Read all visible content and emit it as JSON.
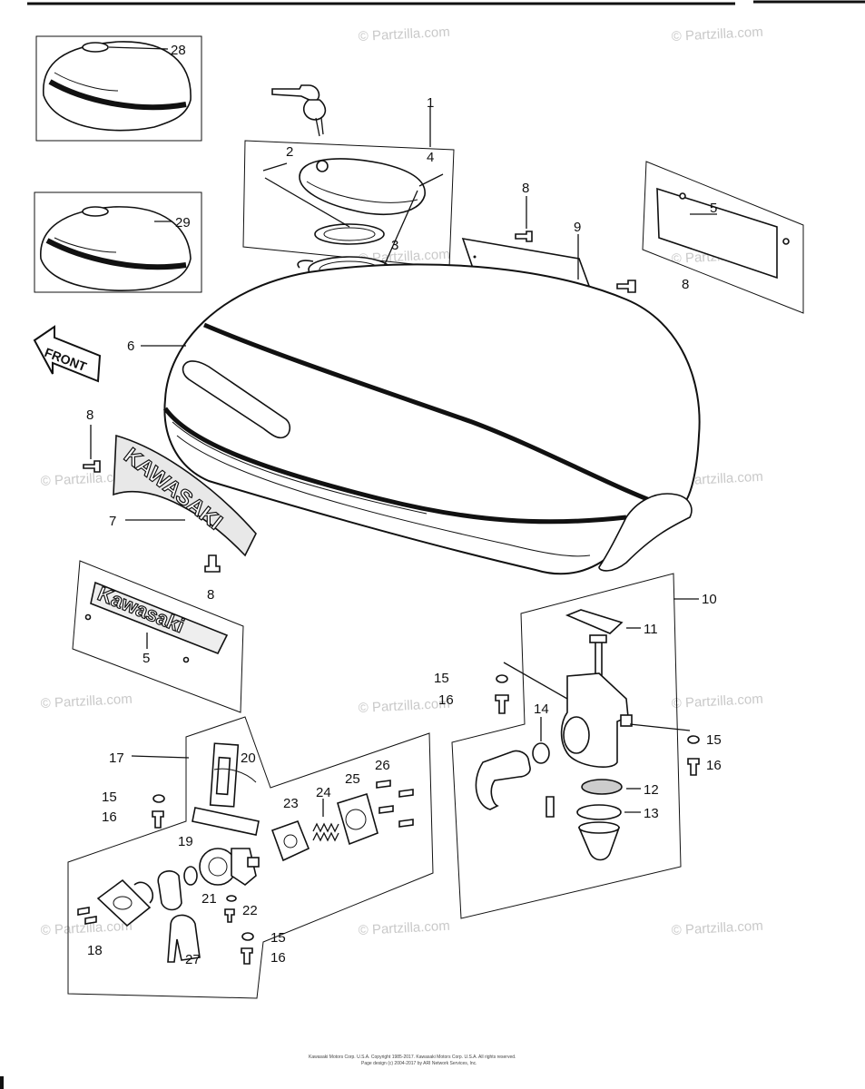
{
  "watermark": "© Partzilla.com",
  "callouts": {
    "c1": "1",
    "c2": "2",
    "c3": "3",
    "c4": "4",
    "c5a": "5",
    "c5b": "5",
    "c6": "6",
    "c7": "7",
    "c8a": "8",
    "c8b": "8",
    "c8c": "8",
    "c8d": "8",
    "c9": "9",
    "c10": "10",
    "c11": "11",
    "c12": "12",
    "c13": "13",
    "c14": "14",
    "c15a": "15",
    "c15b": "15",
    "c15c": "15",
    "c15d": "15",
    "c16a": "16",
    "c16b": "16",
    "c16c": "16",
    "c16d": "16",
    "c17": "17",
    "c18": "18",
    "c19": "19",
    "c20": "20",
    "c21": "21",
    "c22": "22",
    "c23": "23",
    "c24": "24",
    "c25": "25",
    "c26": "26",
    "c27": "27",
    "c28": "28",
    "c29": "29"
  },
  "labels": {
    "front_arrow": "FRONT",
    "tank_emblem": "KAWASAKI",
    "side_emblem": "Kawasaki"
  },
  "footer": {
    "line1": "Kawasaki Motors Corp. U.S.A. Copyright 1985-2017. Kawasaki Motors Corp. U.S.A. All rights reserved.",
    "line2": "Page design (c) 2004-2017 by ARI Network Services, Inc."
  }
}
